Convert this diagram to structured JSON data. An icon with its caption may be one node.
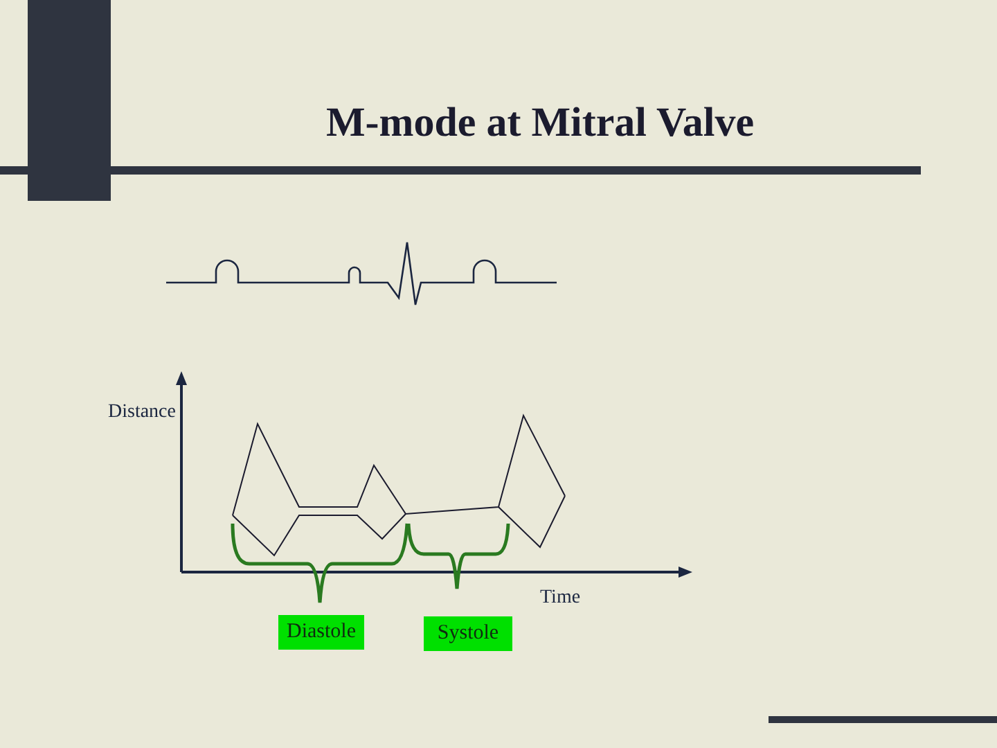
{
  "diagram": {
    "title": "M-mode at Mitral Valve",
    "nodes": [
      {
        "text": [
          "Diastole"
        ]
      },
      {
        "text": [
          "Systole"
        ]
      }
    ],
    "labels": [
      "Distance",
      "Time"
    ]
  }
}
